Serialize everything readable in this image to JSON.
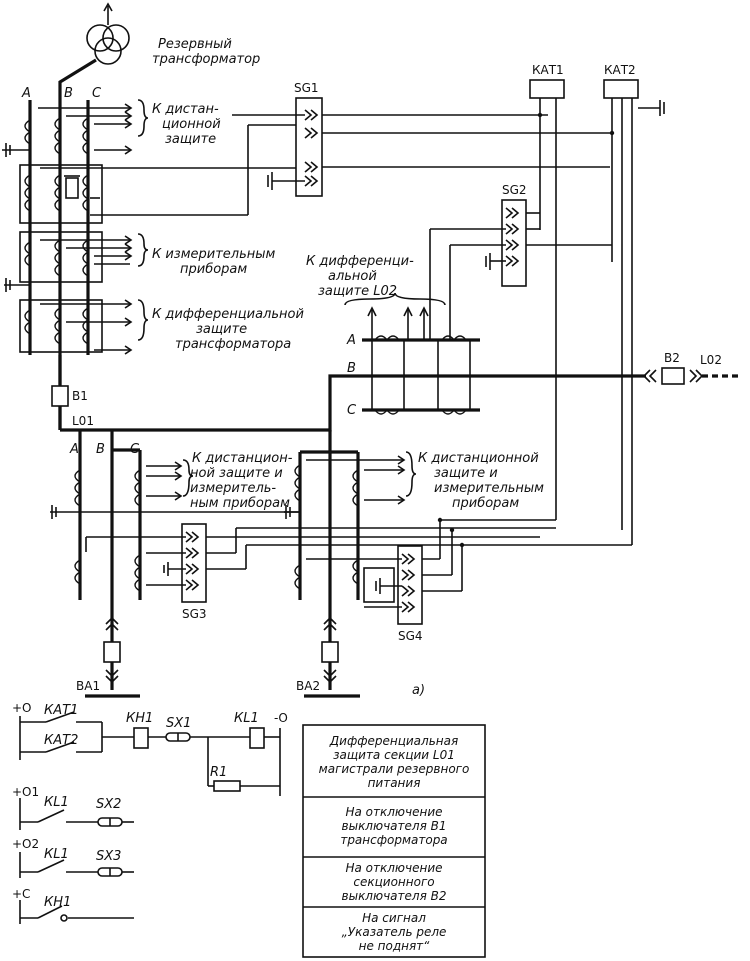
{
  "labels": {
    "reserve_transformer": [
      "Резервный",
      "трансформатор"
    ],
    "distance_protection": [
      "К дистан-",
      "ционной",
      "защите"
    ],
    "measuring_instruments": [
      "К измерительным",
      "приборам"
    ],
    "diff_protection_transformer": [
      "К дифференциальной",
      "защите",
      "трансформатора"
    ],
    "diff_protection_L02": [
      "К дифференци-",
      "альной",
      "защите L02"
    ],
    "distance_and_measuring_left": [
      "К дистанцион-",
      "ной защите и",
      "измеритель-",
      "ным приборам"
    ],
    "distance_and_measuring_right": [
      "К дистанционной",
      "защите и",
      "измерительным",
      "приборам"
    ],
    "phase_A": "А",
    "phase_B": "В",
    "phase_C": "С",
    "sg1": "SG1",
    "sg2": "SG2",
    "sg3": "SG3",
    "sg4": "SG4",
    "kat1": "КАТ1",
    "kat2": "КАТ2",
    "b1": "В1",
    "b2": "В2",
    "l01": "L01",
    "l02": "L02",
    "ba1": "ВА1",
    "ba2": "ВА2",
    "fig": "а)",
    "plus_o": "+О",
    "plus_o1": "+О1",
    "plus_o2": "+О2",
    "plus_c": "+С",
    "minus_o": "-О",
    "kat1_contact": "КАТ1",
    "kat2_contact": "КАТ2",
    "kh1": "КН1",
    "sx1": "SX1",
    "kl1": "КL1",
    "r1": "R1",
    "kl1_o1": "КL1",
    "sx2": "SX2",
    "kl1_o2": "КL1",
    "sx3": "SX3",
    "kh1_c": "КН1"
  },
  "legend": [
    [
      "Дифференциальная",
      "защита секции L01",
      "магистрали резервного",
      "питания"
    ],
    [
      "На отключение",
      "выключателя В1",
      "трансформатора"
    ],
    [
      "На отключение",
      "секционного",
      "выключателя В2"
    ],
    [
      "На сигнал",
      "„Указатель реле",
      "не поднят“"
    ]
  ]
}
